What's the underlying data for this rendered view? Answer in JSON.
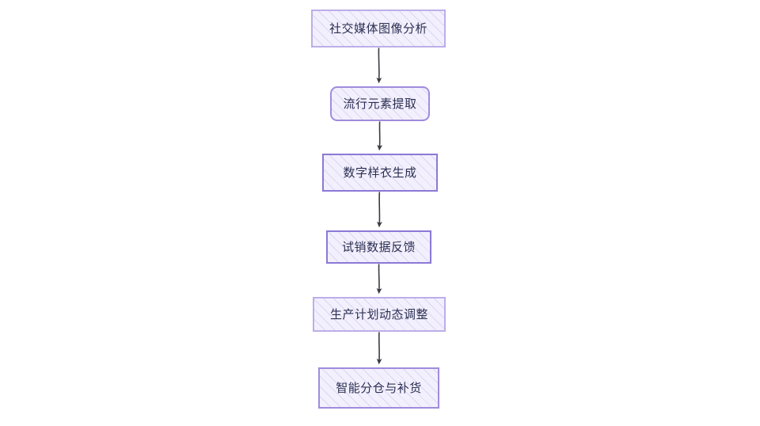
{
  "diagram": {
    "type": "flowchart",
    "direction": "top-to-bottom",
    "title_visible": false,
    "background_color": "#ffffff",
    "style": "hand-drawn-sketch",
    "node_fill_color": "#f3f0fd",
    "node_hatch_color": "#a898e2",
    "node_text_color": "#2b3052",
    "edge_color": "#3a3a44",
    "nodes": [
      {
        "id": "node-0",
        "label": "社交媒体图像分析",
        "shape": "rectangle",
        "border_color": "#b3a3e3"
      },
      {
        "id": "node-1",
        "label": "流行元素提取",
        "shape": "rounded-rectangle",
        "border_color": "#9f8cdd"
      },
      {
        "id": "node-2",
        "label": "数字样衣生成",
        "shape": "rectangle",
        "border_color": "#8c79d6"
      },
      {
        "id": "node-3",
        "label": "试销数据反馈",
        "shape": "rectangle",
        "border_color": "#8c79d6"
      },
      {
        "id": "node-4",
        "label": "生产计划动态调整",
        "shape": "rectangle",
        "border_color": "#bdaee9"
      },
      {
        "id": "node-5",
        "label": "智能分仓与补货",
        "shape": "rectangle",
        "border_color": "#9f8cdd"
      }
    ],
    "edges": [
      {
        "id": "edge-0",
        "from": "node-0",
        "to": "node-1",
        "label": "",
        "arrowhead": "solid-triangle"
      },
      {
        "id": "edge-1",
        "from": "node-1",
        "to": "node-2",
        "label": "",
        "arrowhead": "solid-triangle"
      },
      {
        "id": "edge-2",
        "from": "node-2",
        "to": "node-3",
        "label": "",
        "arrowhead": "solid-triangle"
      },
      {
        "id": "edge-3",
        "from": "node-3",
        "to": "node-4",
        "label": "",
        "arrowhead": "solid-triangle"
      },
      {
        "id": "edge-4",
        "from": "node-4",
        "to": "node-5",
        "label": "",
        "arrowhead": "solid-triangle"
      }
    ]
  }
}
